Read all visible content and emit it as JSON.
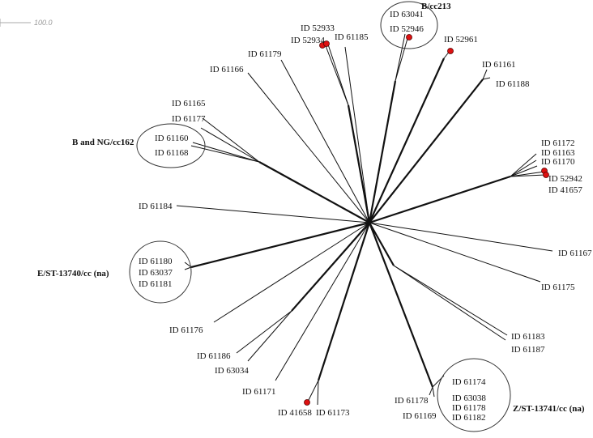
{
  "scale_bar": {
    "label": "100.0"
  },
  "groups": [
    {
      "label": "B/cc213"
    },
    {
      "label": "B and NG/cc162"
    },
    {
      "label": "E/ST-13740/cc (na)"
    },
    {
      "label": "Z/ST-13741/cc (na)"
    }
  ],
  "leaves": [
    {
      "label": "ID 63041"
    },
    {
      "label": "ID 52946"
    },
    {
      "label": "ID 52933"
    },
    {
      "label": "ID 52934"
    },
    {
      "label": "ID 61185"
    },
    {
      "label": "ID 52961"
    },
    {
      "label": "ID 61179"
    },
    {
      "label": "ID 61166"
    },
    {
      "label": "ID 61161"
    },
    {
      "label": "ID 61188"
    },
    {
      "label": "ID 61165"
    },
    {
      "label": "ID 61177"
    },
    {
      "label": "ID 61160"
    },
    {
      "label": "ID 61168"
    },
    {
      "label": "ID 61172"
    },
    {
      "label": "ID 61163"
    },
    {
      "label": "ID 61170"
    },
    {
      "label": "ID 52942"
    },
    {
      "label": "ID 41657"
    },
    {
      "label": "ID 61184"
    },
    {
      "label": "ID 61167"
    },
    {
      "label": "ID 61180"
    },
    {
      "label": "ID 63037"
    },
    {
      "label": "ID 61181"
    },
    {
      "label": "ID 61175"
    },
    {
      "label": "ID 61176"
    },
    {
      "label": "ID 61183"
    },
    {
      "label": "ID 61187"
    },
    {
      "label": "ID 61186"
    },
    {
      "label": "ID 63034"
    },
    {
      "label": "ID 61174"
    },
    {
      "label": "ID 61171"
    },
    {
      "label": "ID 61178"
    },
    {
      "label": "ID 63038"
    },
    {
      "label": "ID 61178"
    },
    {
      "label": "ID 61169"
    },
    {
      "label": "ID 61182"
    },
    {
      "label": "ID 41658"
    },
    {
      "label": "ID 61173"
    }
  ],
  "colors": {
    "branch": "#111111",
    "highlight_node": "#dd1111",
    "scale_bar": "#aaaaaa"
  }
}
